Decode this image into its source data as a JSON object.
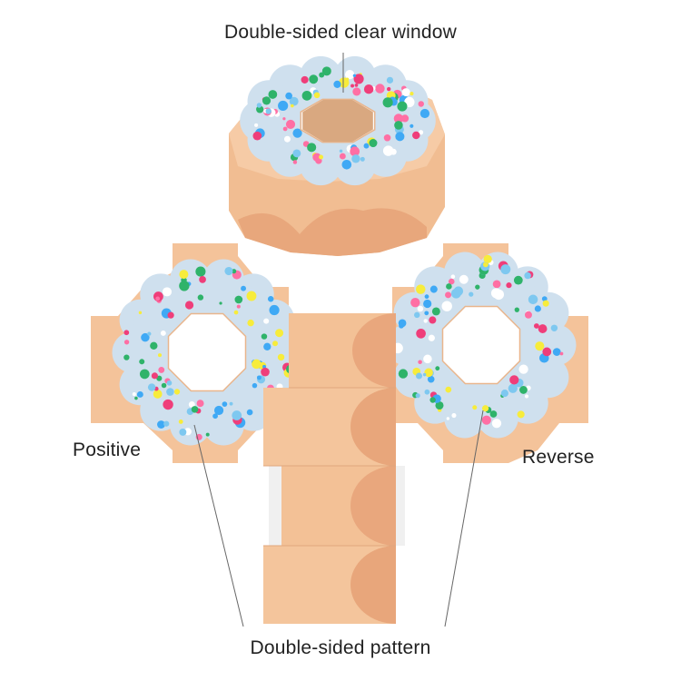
{
  "labels": {
    "top": "Double-sided clear window",
    "positive": "Positive",
    "reverse": "Reverse",
    "bottom": "Double-sided pattern"
  },
  "colors": {
    "background": "#ffffff",
    "kraft": "#f3c196",
    "kraft_dark": "#e9a77d",
    "kraft_shade": "#e2a072",
    "frosting": "#cfe0ee",
    "sprinkles": [
      "#3fa9f5",
      "#ef3e7a",
      "#f7ec3b",
      "#2fb36a",
      "#ffffff",
      "#7ec8f0",
      "#ff6fa4"
    ]
  }
}
